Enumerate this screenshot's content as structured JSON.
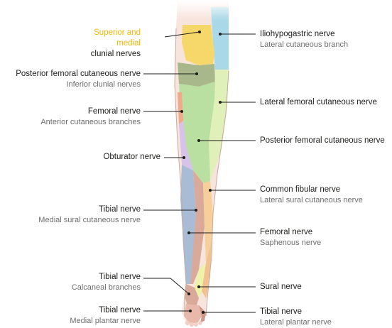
{
  "colors": {
    "superior_medial_clunial": "#f6d86a",
    "iliohypogastric": "#a9d9e8",
    "posterior_femoral_inferior_clunial": "#a8b88a",
    "lateral_femoral_cutaneous": "#dff0b8",
    "posterior_femoral_cutaneous": "#b9e0a0",
    "femoral_anterior": "#f0a98a",
    "obturator": "#d7c3ea",
    "medial_sural": "#a9bcd6",
    "tibial": "#d9a99a",
    "common_fibular": "#f6cf9a",
    "sural": "#eef2a8",
    "saphenous": "#f3c08f",
    "skin": "#f7e4dc",
    "leader_line": "#1d1d1b",
    "title_yellow": "#f2b705"
  },
  "labels": {
    "clunial": {
      "line1": "Superior and",
      "line2": "medial",
      "line3": "clunial nerves"
    },
    "post_fem_top": {
      "name": "Posterior femoral cutaneous nerve",
      "sub": "Inferior clunial nerves"
    },
    "femoral_ant": {
      "name": "Femoral nerve",
      "sub": "Anterior cutaneous branches"
    },
    "obturator": {
      "name": "Obturator nerve"
    },
    "tibial_sural": {
      "name": "Tibial nerve",
      "sub": "Medial sural cutaneous nerve"
    },
    "tibial_calc": {
      "name": "Tibial nerve",
      "sub": "Calcaneal branches"
    },
    "tibial_med_plantar": {
      "name": "Tibial nerve",
      "sub": "Medial plantar nerve"
    },
    "iliohypogastric": {
      "name": "Iliohypogastric nerve",
      "sub": "Lateral cutaneous branch"
    },
    "lat_fem": {
      "name": "Lateral femoral cutaneous nerve"
    },
    "post_fem_right": {
      "name": "Posterior femoral cutaneous nerve"
    },
    "common_fibular": {
      "name": "Common fibular nerve",
      "sub": "Lateral sural cutaneous nerve"
    },
    "femoral_saph": {
      "name": "Femoral nerve",
      "sub": "Saphenous nerve"
    },
    "sural": {
      "name": "Sural nerve"
    },
    "tibial_lat_plantar": {
      "name": "Tibial nerve",
      "sub": "Lateral plantar nerve"
    }
  }
}
